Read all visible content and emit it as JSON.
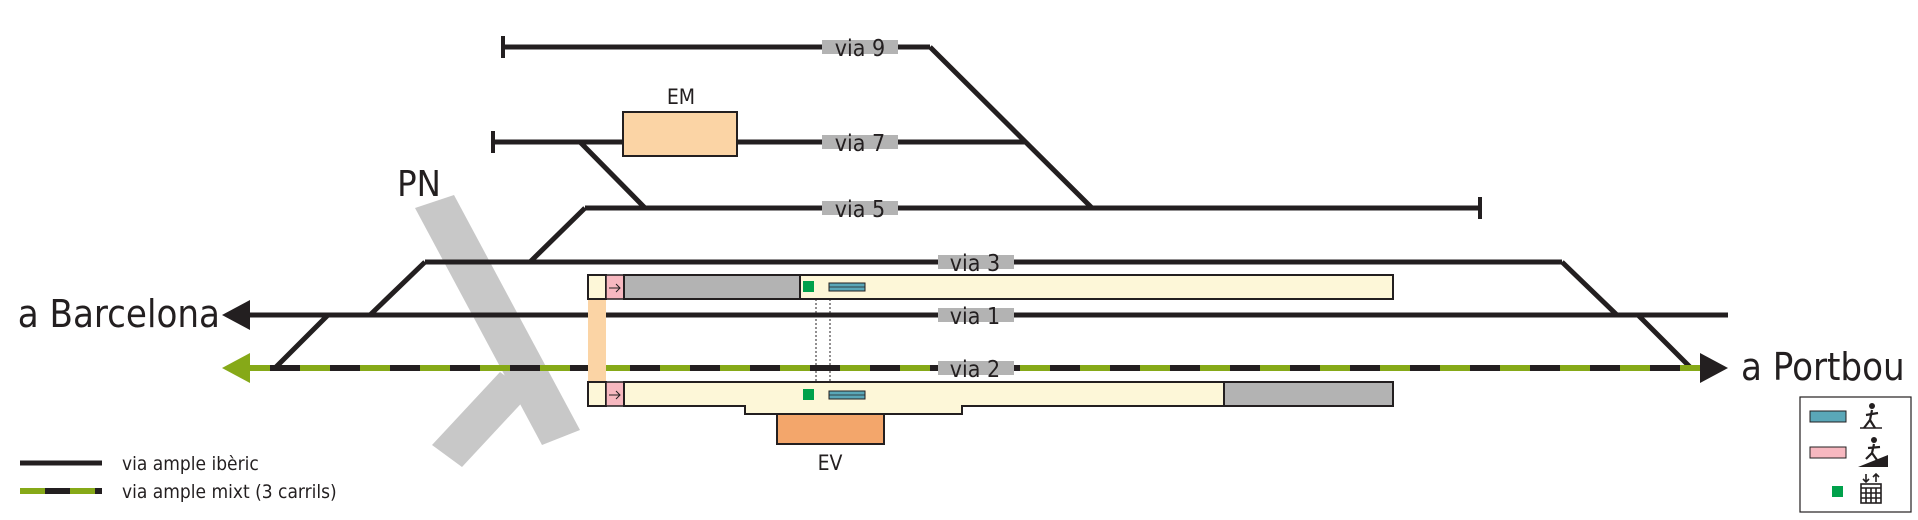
{
  "tracks": {
    "via9": "via 9",
    "via7": "via 7",
    "via5": "via 5",
    "via3": "via 3",
    "via1": "via 1",
    "via2": "via 2"
  },
  "buildings": {
    "em": "EM",
    "ev": "EV",
    "pn": "PN"
  },
  "destinations": {
    "left": "a Barcelona",
    "right": "a Portbou"
  },
  "legend": {
    "iberian": "via ample ibèric",
    "mixed": "via ample mixt (3 carrils)"
  },
  "icon_legend": [
    "underpass-icon",
    "ramp-icon",
    "ticket-machine-icon"
  ],
  "colors": {
    "track": "#231f20",
    "mixed_track": "#86a918",
    "platform": "#fdf7d8",
    "platform_covered": "#b3b3b3",
    "building_em": "#fbd4a5",
    "building_ev": "#f3a66b",
    "crossing": "#c8c8c8",
    "underpass": "#5aa7b8",
    "ramp": "#f7b8c0",
    "ticket_machine": "#00a14b"
  }
}
